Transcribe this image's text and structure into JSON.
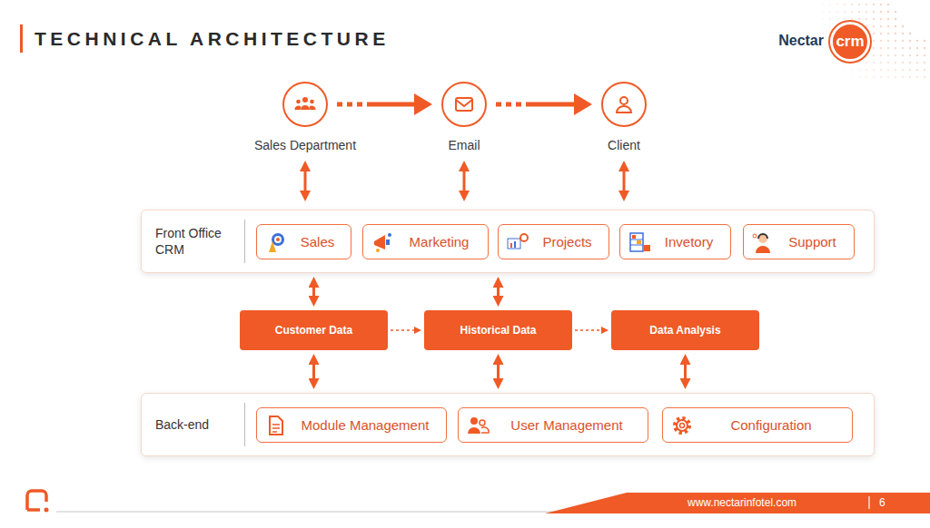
{
  "diagram": {
    "title": "TECHNICAL ARCHITECTURE",
    "nodes": [
      {
        "text": [
          "crm"
        ]
      },
      {
        "text": [
          "Sales Department"
        ]
      },
      {
        "text": [
          "Email"
        ]
      },
      {
        "text": [
          "Client"
        ]
      },
      {
        "text": [
          "Front Office CRM"
        ]
      },
      {
        "text": [
          "Sales"
        ],
        "in": 4
      },
      {
        "text": [
          "Marketing"
        ],
        "in": 4
      },
      {
        "text": [
          "Projects"
        ],
        "in": 4
      },
      {
        "text": [
          "Invetory"
        ],
        "in": 4
      },
      {
        "text": [
          "Support"
        ],
        "in": 4
      },
      {
        "text": [
          "Customer Data"
        ]
      },
      {
        "text": [
          "Historical Data"
        ]
      },
      {
        "text": [
          "Data Analysis"
        ]
      },
      {
        "text": [
          "Back-end"
        ]
      },
      {
        "text": [
          "Module Management"
        ],
        "in": 13
      },
      {
        "text": [
          "User Management"
        ],
        "in": 13
      },
      {
        "text": [
          "Configuration"
        ],
        "in": 13
      }
    ],
    "edges": [
      {
        "from": 1,
        "to": 2,
        "arrow": "to"
      },
      {
        "from": 2,
        "to": 3,
        "arrow": "to"
      },
      {
        "from": 1,
        "to": 4,
        "arrow": "both"
      },
      {
        "from": 2,
        "to": 4,
        "arrow": "both"
      },
      {
        "from": 3,
        "to": 4,
        "arrow": "both"
      },
      {
        "from": 4,
        "to": 10,
        "arrow": "both"
      },
      {
        "from": 4,
        "to": 11,
        "arrow": "both"
      },
      {
        "from": 10,
        "to": 11,
        "arrow": "to"
      },
      {
        "from": 11,
        "to": 12,
        "arrow": "to"
      },
      {
        "from": 10,
        "to": 13,
        "arrow": "both"
      },
      {
        "from": 11,
        "to": 13,
        "arrow": "both"
      },
      {
        "from": 12,
        "to": 13,
        "arrow": "both"
      }
    ],
    "labels": [
      "Nectar",
      "www.nectarinfotel.com",
      "6"
    ]
  }
}
